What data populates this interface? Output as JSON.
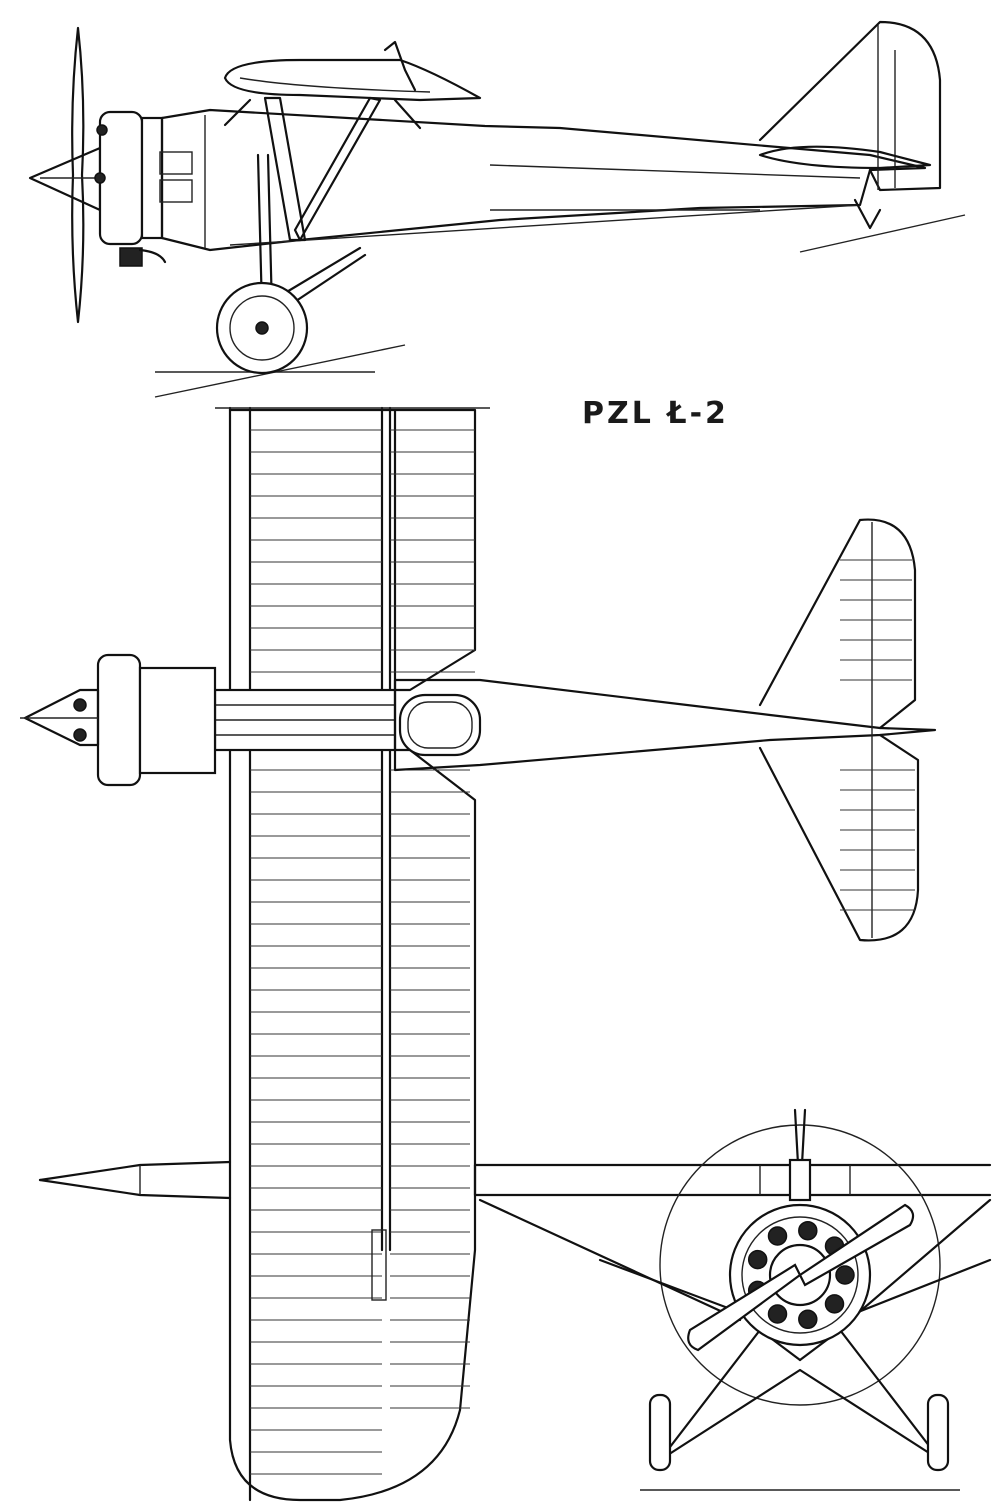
{
  "drawing": {
    "title": "PZL Ł-2",
    "views": {
      "side": "side-view",
      "top": "top-view",
      "front": "front-view"
    }
  }
}
